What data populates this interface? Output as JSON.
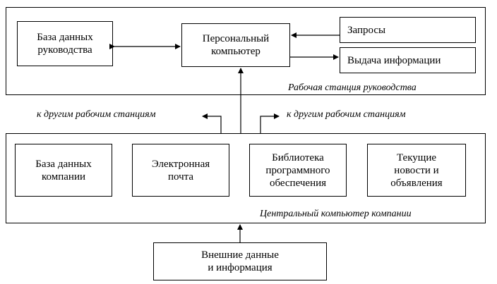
{
  "workstation": {
    "caption": "Рабочая станция руководства",
    "db_management": "База данных\nруководства",
    "pc": "Персональный\nкомпьютер",
    "queries": "Запросы",
    "output": "Выдача информации"
  },
  "links": {
    "to_other_left": "к другим рабочим станциям",
    "to_other_right": "к другим рабочим станциям"
  },
  "central": {
    "caption": "Центральный компьютер компании",
    "db_company": "База данных\nкомпании",
    "email": "Электронная\nпочта",
    "software_library": "Библиотека\nпрограммного\nобеспечения",
    "news": "Текущие\nновости и\nобъявления"
  },
  "external": {
    "label": "Внешние данные\nи информация"
  }
}
